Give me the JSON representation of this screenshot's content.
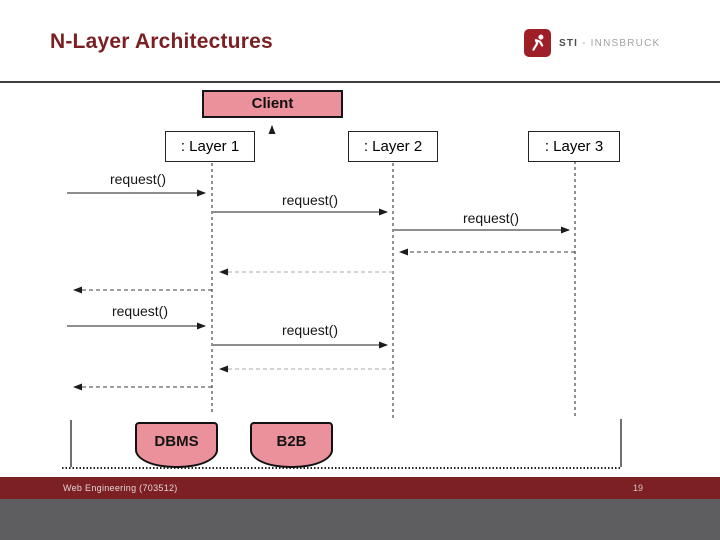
{
  "title": "N-Layer Architectures",
  "logo": {
    "brand": "STI",
    "suffix": "- INNSBRUCK"
  },
  "diagram": {
    "client": "Client",
    "lifelines": [
      ": Layer 1",
      ": Layer 2",
      ": Layer 3"
    ],
    "messages": [
      "request()",
      "request()",
      "request()",
      "request()",
      "request()"
    ],
    "datastores": [
      "DBMS",
      "B2B"
    ]
  },
  "footer": {
    "course": "Web Engineering (703512)",
    "page": "19"
  },
  "colors": {
    "accent_red": "#7b1f23",
    "logo_red": "#9e1f28",
    "node_pink": "#ea919c",
    "footer_bar": "#7d2023",
    "bottom_strip": "#5e5e60",
    "gray_return_arrow": "#b9b9b9"
  }
}
